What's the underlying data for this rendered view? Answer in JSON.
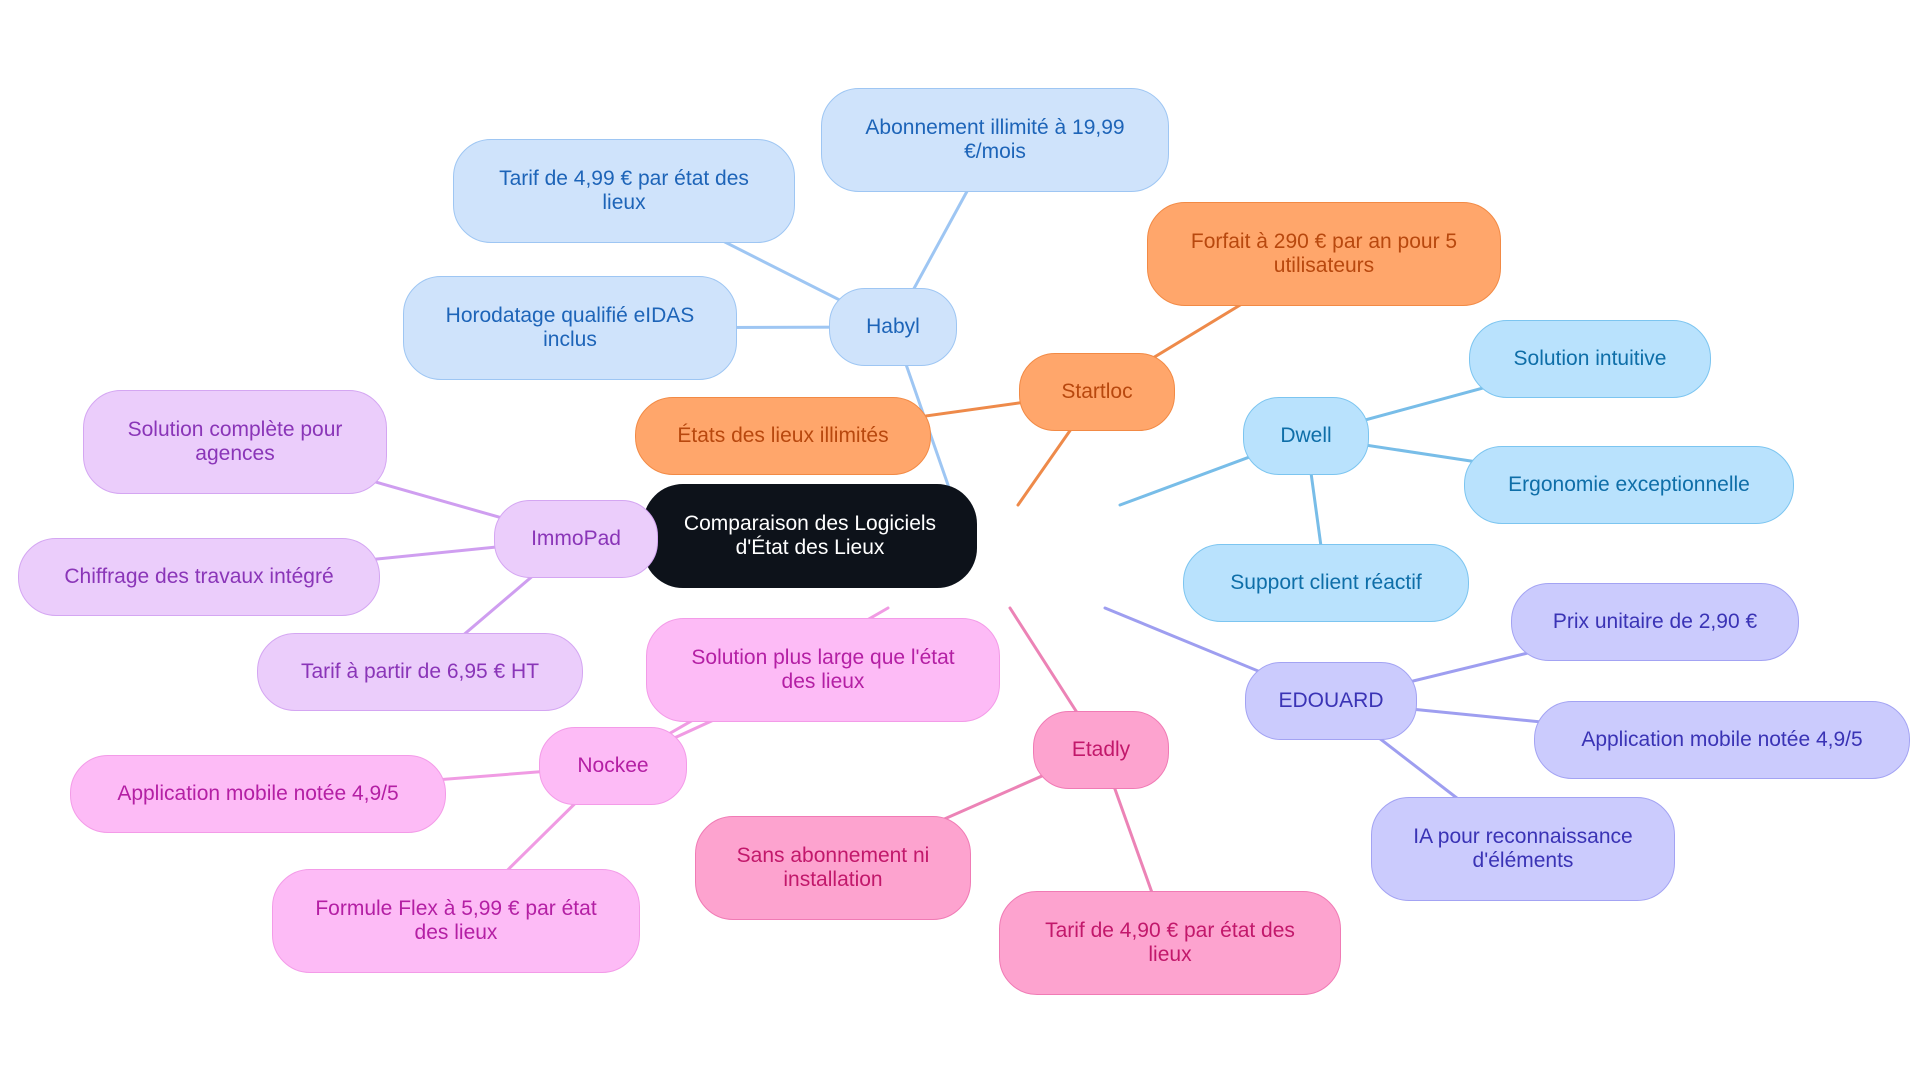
{
  "colors": {
    "root": {
      "fill": "#0d121a",
      "stroke": "#0d121a",
      "text": "#ffffff",
      "edge": "#0d121a"
    },
    "habyl": {
      "fill": "#cfe3fb",
      "stroke": "#9ec6f3",
      "text": "#1d64b8",
      "edge": "#9ec6f3"
    },
    "startloc": {
      "fill": "#ffa66b",
      "stroke": "#f28a45",
      "text": "#b8480e",
      "edge": "#ee8a4a"
    },
    "dwell": {
      "fill": "#b9e2fd",
      "stroke": "#7cc5f0",
      "text": "#0e6ea8",
      "edge": "#78bde8"
    },
    "edouard": {
      "fill": "#cbcbfd",
      "stroke": "#a3a3f3",
      "text": "#3a33b5",
      "edge": "#9e9ef0"
    },
    "etadly": {
      "fill": "#fda3cf",
      "stroke": "#f07bb5",
      "text": "#c2186b",
      "edge": "#ec83b6"
    },
    "nockee": {
      "fill": "#fdbbf6",
      "stroke": "#f39be8",
      "text": "#b41fa4",
      "edge": "#f09be3"
    },
    "immopad": {
      "fill": "#ebcdfb",
      "stroke": "#d4a6f2",
      "text": "#8a35b8",
      "edge": "#cf9ef0"
    }
  },
  "root": {
    "label": [
      "Comparaison des Logiciels",
      "d'État des Lieux"
    ]
  },
  "branches": [
    {
      "key": "habyl",
      "label": [
        "Habyl"
      ],
      "children": [
        {
          "label": [
            "Abonnement illimité à 19,99",
            "€/mois"
          ]
        },
        {
          "label": [
            "Tarif de 4,99 € par état des",
            "lieux"
          ]
        },
        {
          "label": [
            "Horodatage qualifié eIDAS",
            "inclus"
          ]
        }
      ]
    },
    {
      "key": "startloc",
      "label": [
        "Startloc"
      ],
      "children": [
        {
          "label": [
            "Forfait à 290 € par an pour 5",
            "utilisateurs"
          ]
        },
        {
          "label": [
            "États des lieux illimités"
          ]
        }
      ]
    },
    {
      "key": "dwell",
      "label": [
        "Dwell"
      ],
      "children": [
        {
          "label": [
            "Solution intuitive"
          ]
        },
        {
          "label": [
            "Ergonomie exceptionnelle"
          ]
        },
        {
          "label": [
            "Support client réactif"
          ]
        }
      ]
    },
    {
      "key": "edouard",
      "label": [
        "EDOUARD"
      ],
      "children": [
        {
          "label": [
            "Prix unitaire de 2,90 €"
          ]
        },
        {
          "label": [
            "Application mobile notée 4,9/5"
          ]
        },
        {
          "label": [
            "IA pour reconnaissance",
            "d'éléments"
          ]
        }
      ]
    },
    {
      "key": "etadly",
      "label": [
        "Etadly"
      ],
      "children": [
        {
          "label": [
            "Sans abonnement ni",
            "installation"
          ]
        },
        {
          "label": [
            "Tarif de 4,90 € par état des",
            "lieux"
          ]
        }
      ]
    },
    {
      "key": "nockee",
      "label": [
        "Nockee"
      ],
      "children": [
        {
          "label": [
            "Solution plus large que l'état",
            "des lieux"
          ]
        },
        {
          "label": [
            "Application mobile notée 4,9/5"
          ]
        },
        {
          "label": [
            "Formule Flex à 5,99 € par état",
            "des lieux"
          ]
        }
      ]
    },
    {
      "key": "immopad",
      "label": [
        "ImmoPad"
      ],
      "children": [
        {
          "label": [
            "Solution complète pour",
            "agences"
          ]
        },
        {
          "label": [
            "Chiffrage des travaux intégré"
          ]
        },
        {
          "label": [
            "Tarif à partir de 6,95 € HT"
          ]
        }
      ]
    }
  ]
}
